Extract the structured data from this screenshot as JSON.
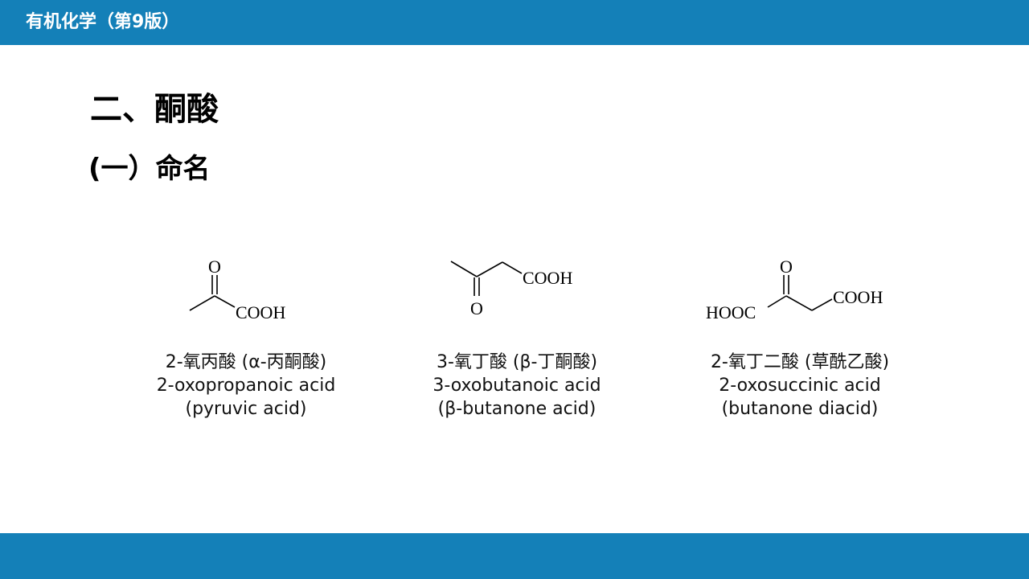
{
  "header": {
    "title": "有机化学（第9版）"
  },
  "section": {
    "title": "二、酮酸"
  },
  "subsection": {
    "title": "(一）命名"
  },
  "compounds": [
    {
      "groups": {
        "oxygen": "O",
        "acid": "COOH"
      },
      "chinese_name": "2-氧丙酸 (α-丙酮酸)",
      "iupac_name": "2-oxopropanoic acid",
      "common_name": "(pyruvic acid)"
    },
    {
      "groups": {
        "oxygen": "O",
        "acid": "COOH"
      },
      "chinese_name": "3-氧丁酸 (β-丁酮酸)",
      "iupac_name": "3-oxobutanoic acid",
      "common_name": "(β-butanone acid)"
    },
    {
      "groups": {
        "oxygen": "O",
        "acid_left": "HOOC",
        "acid_right": "COOH"
      },
      "chinese_name": "2-氧丁二酸 (草酰乙酸)",
      "iupac_name": "2-oxosuccinic acid",
      "common_name": "(butanone diacid)"
    }
  ],
  "colors": {
    "accent": "#1480b8",
    "text": "#000000"
  }
}
